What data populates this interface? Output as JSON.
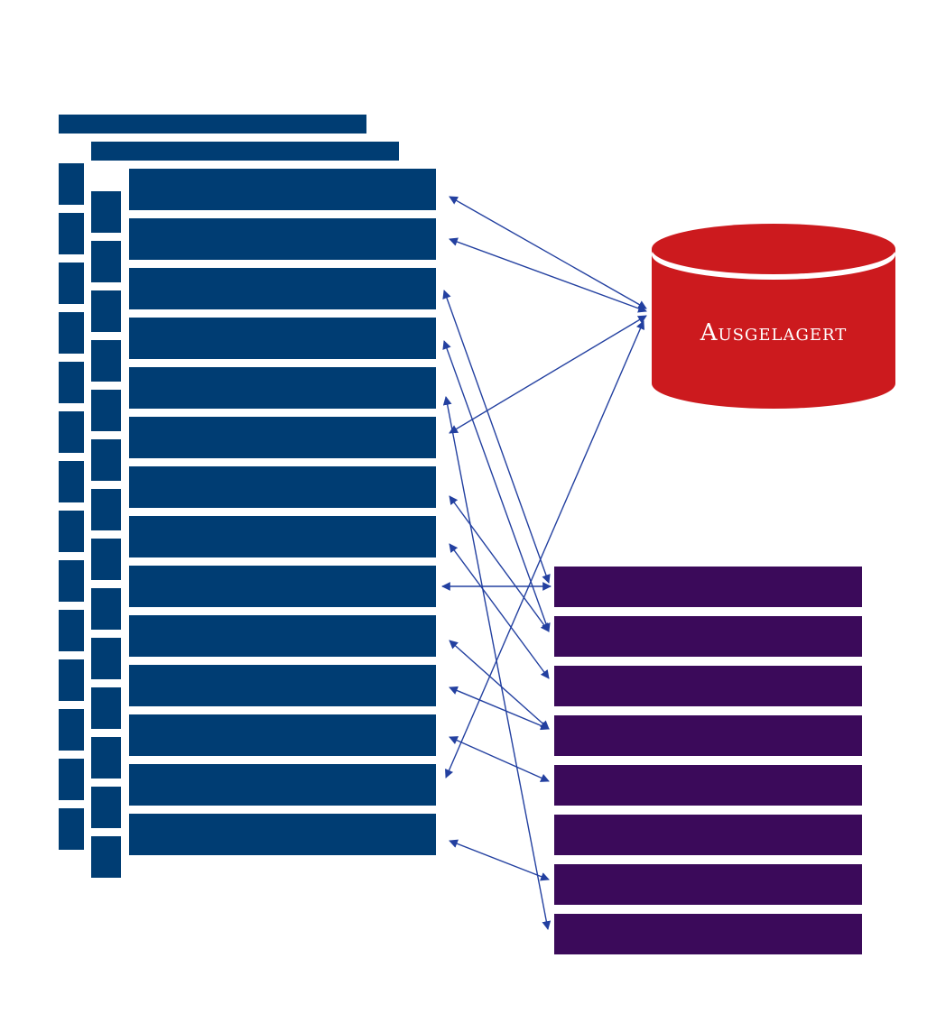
{
  "storage": {
    "label": "Ausgelagert"
  },
  "colors": {
    "pages": "#003d73",
    "frames": "#3b0a5a",
    "storage": "#cc1a1e",
    "arrows": "#2340a0"
  },
  "counts": {
    "page_rows": 14,
    "frame_rows": 8
  }
}
